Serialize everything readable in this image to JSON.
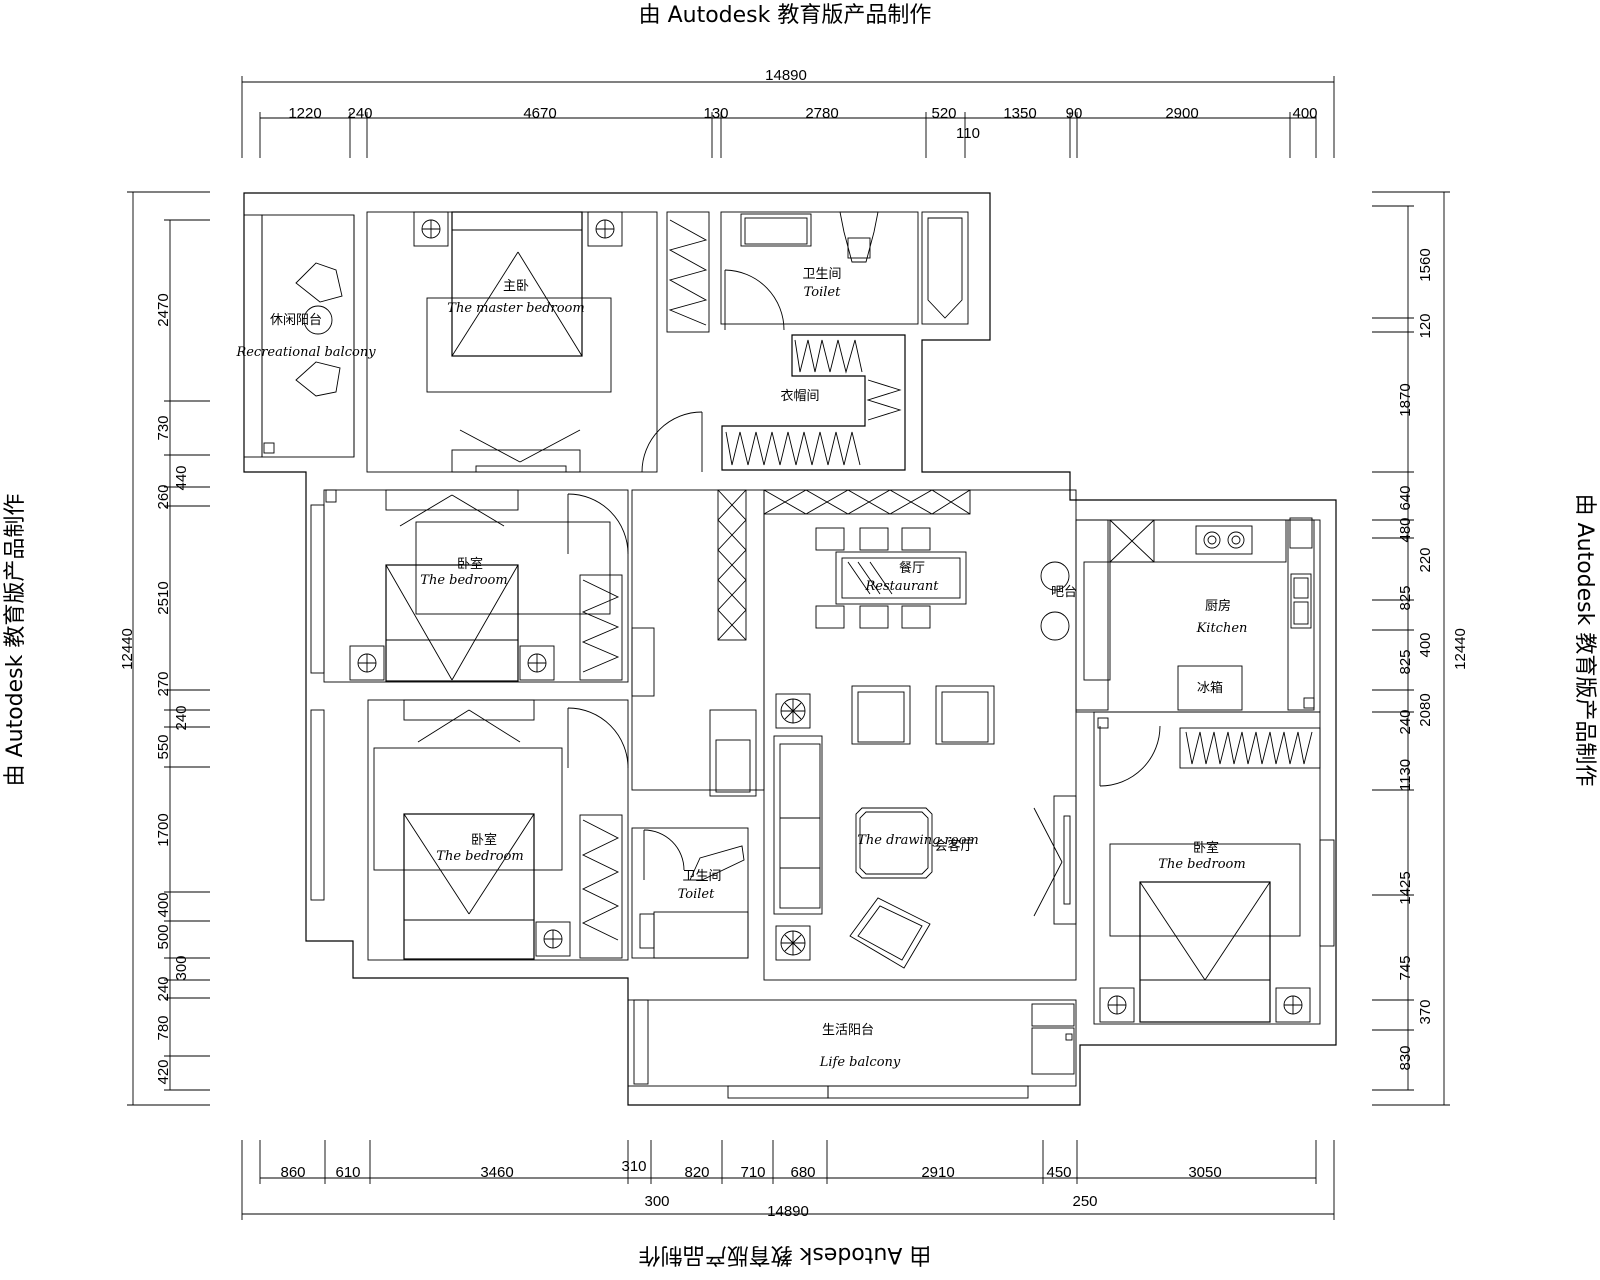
{
  "watermark": "由 Autodesk 教育版产品制作",
  "dimensions": {
    "top_total": "14890",
    "top_segments": [
      "1220",
      "240",
      "4670",
      "130",
      "2780",
      "520",
      "1350",
      "90",
      "2900",
      "400"
    ],
    "top_extra": "110",
    "bottom_total": "14890",
    "bottom_segments": [
      "860",
      "610",
      "3460",
      "310",
      "820",
      "710",
      "680",
      "2910",
      "450",
      "3050"
    ],
    "bottom_extra_1": "300",
    "bottom_extra_2": "250",
    "left_total": "12440",
    "left_segments": [
      "2470",
      "730",
      "440",
      "260",
      "2510",
      "270",
      "240",
      "550",
      "1700",
      "400",
      "500",
      "300",
      "240",
      "780",
      "420"
    ],
    "right_total": "12440",
    "right_outer": [
      "1560",
      "120",
      "1870",
      "640",
      "220",
      "400",
      "2080",
      "1130",
      "1425",
      "745",
      "370"
    ],
    "right_inner": [
      "480",
      "825",
      "825",
      "240",
      "830"
    ]
  },
  "rooms": {
    "recreational_balcony_cn": "休闲阳台",
    "recreational_balcony_en": "Recreational balcony",
    "master_bedroom_cn": "主卧",
    "master_bedroom_en": "The master bedroom",
    "toilet1_cn": "卫生间",
    "toilet1_en": "Toilet",
    "cloakroom_cn": "衣帽间",
    "bedroom1_cn": "卧室",
    "bedroom1_en": "The bedroom",
    "bedroom2_cn": "卧室",
    "bedroom2_en": "The bedroom",
    "toilet2_cn": "卫生间",
    "toilet2_en": "Toilet",
    "restaurant_cn": "餐厅",
    "restaurant_en": "Restaurant",
    "bar_cn": "吧台",
    "kitchen_cn": "厨房",
    "kitchen_en": "Kitchen",
    "fridge_cn": "冰箱",
    "living_cn": "会客厅",
    "living_en": "The drawing room",
    "bedroom3_cn": "卧室",
    "bedroom3_en": "The bedroom",
    "life_balcony_cn": "生活阳台",
    "life_balcony_en": "Life balcony"
  }
}
